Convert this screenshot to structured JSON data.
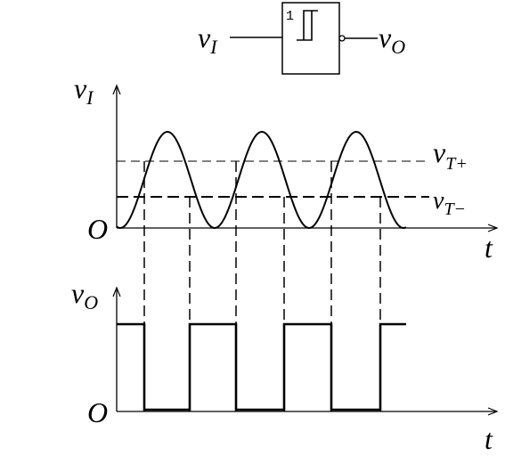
{
  "gate": {
    "input_label": "v",
    "input_sub": "I",
    "output_label": "v",
    "output_sub": "O",
    "function_mark": "1",
    "hysteresis_icon": "schmitt-hysteresis-icon",
    "inversion_bubble_icon": "inversion-bubble-icon"
  },
  "input_plot": {
    "y_label": "v",
    "y_sub": "I",
    "origin": "O",
    "x_label": "t",
    "upper_threshold": {
      "label": "v",
      "sub": "T+"
    },
    "lower_threshold": {
      "label": "v",
      "sub": "T−"
    }
  },
  "output_plot": {
    "y_label": "v",
    "y_sub": "O",
    "origin": "O",
    "x_label": "t"
  },
  "colors": {
    "ink": "#000000",
    "background": "#ffffff"
  }
}
